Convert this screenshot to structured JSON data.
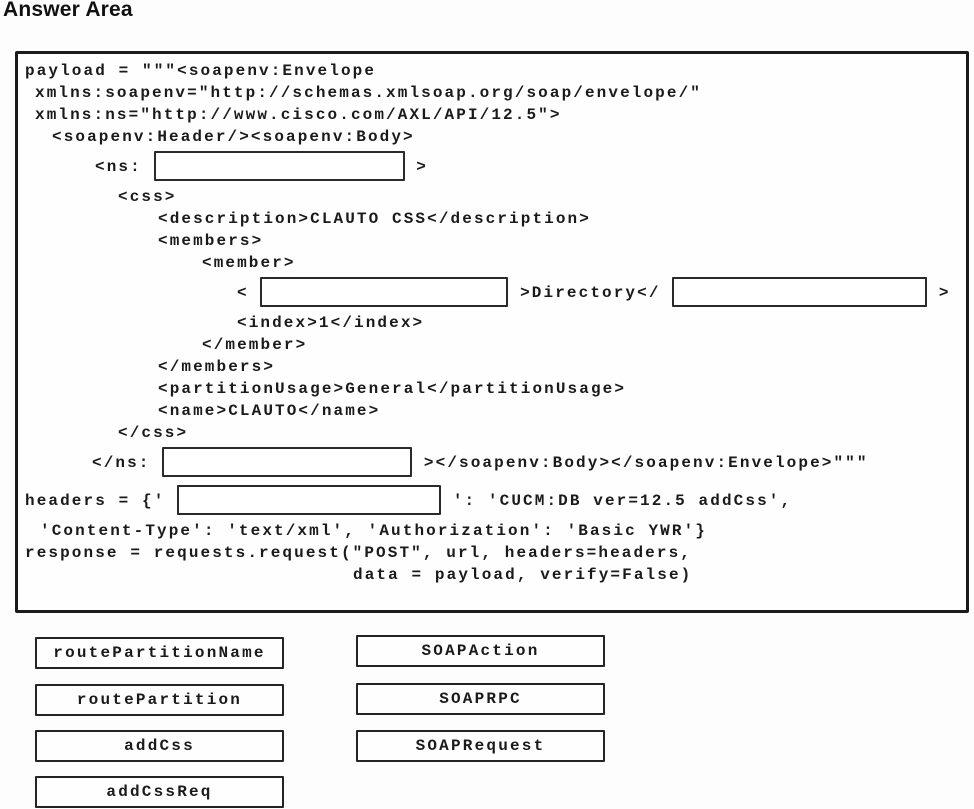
{
  "title": "Answer Area",
  "code": {
    "lines": [
      "payload = \"\"\"<soapenv:Envelope",
      "xmlns:soapenv=\"http://schemas.xmlsoap.org/soap/envelope/\"",
      "xmlns:ns=\"http://www.cisco.com/AXL/API/12.5\">",
      "<soapenv:Header/><soapenv:Body>",
      {
        "pre": "<ns: ",
        "post": " >"
      },
      "<css>",
      "<description>CLAUTO CSS</description>",
      "<members>",
      "<member>",
      {
        "pre": "< ",
        "mid": " >Directory</ ",
        "post": " >"
      },
      "<index>1</index>",
      "</member>",
      "</members>",
      "<partitionUsage>General</partitionUsage>",
      "<name>CLAUTO</name>",
      "</css>",
      {
        "pre": "</ns: ",
        "post": " ></soapenv:Body></soapenv:Envelope>\"\"\""
      },
      {
        "pre": "headers = {' ",
        "post": " ': 'CUCM:DB ver=12.5 addCss',"
      },
      "'Content-Type': 'text/xml', 'Authorization': 'Basic YWR'}",
      "response = requests.request(\"POST\", url, headers=headers,",
      "data = payload, verify=False)"
    ]
  },
  "options": {
    "left": [
      {
        "label": "routePartitionName"
      },
      {
        "label": "routePartition"
      },
      {
        "label": "addCss"
      },
      {
        "label": "addCssReq"
      }
    ],
    "right": [
      {
        "label": "SOAPAction"
      },
      {
        "label": "SOAPRPC"
      },
      {
        "label": "SOAPRequest"
      }
    ]
  }
}
